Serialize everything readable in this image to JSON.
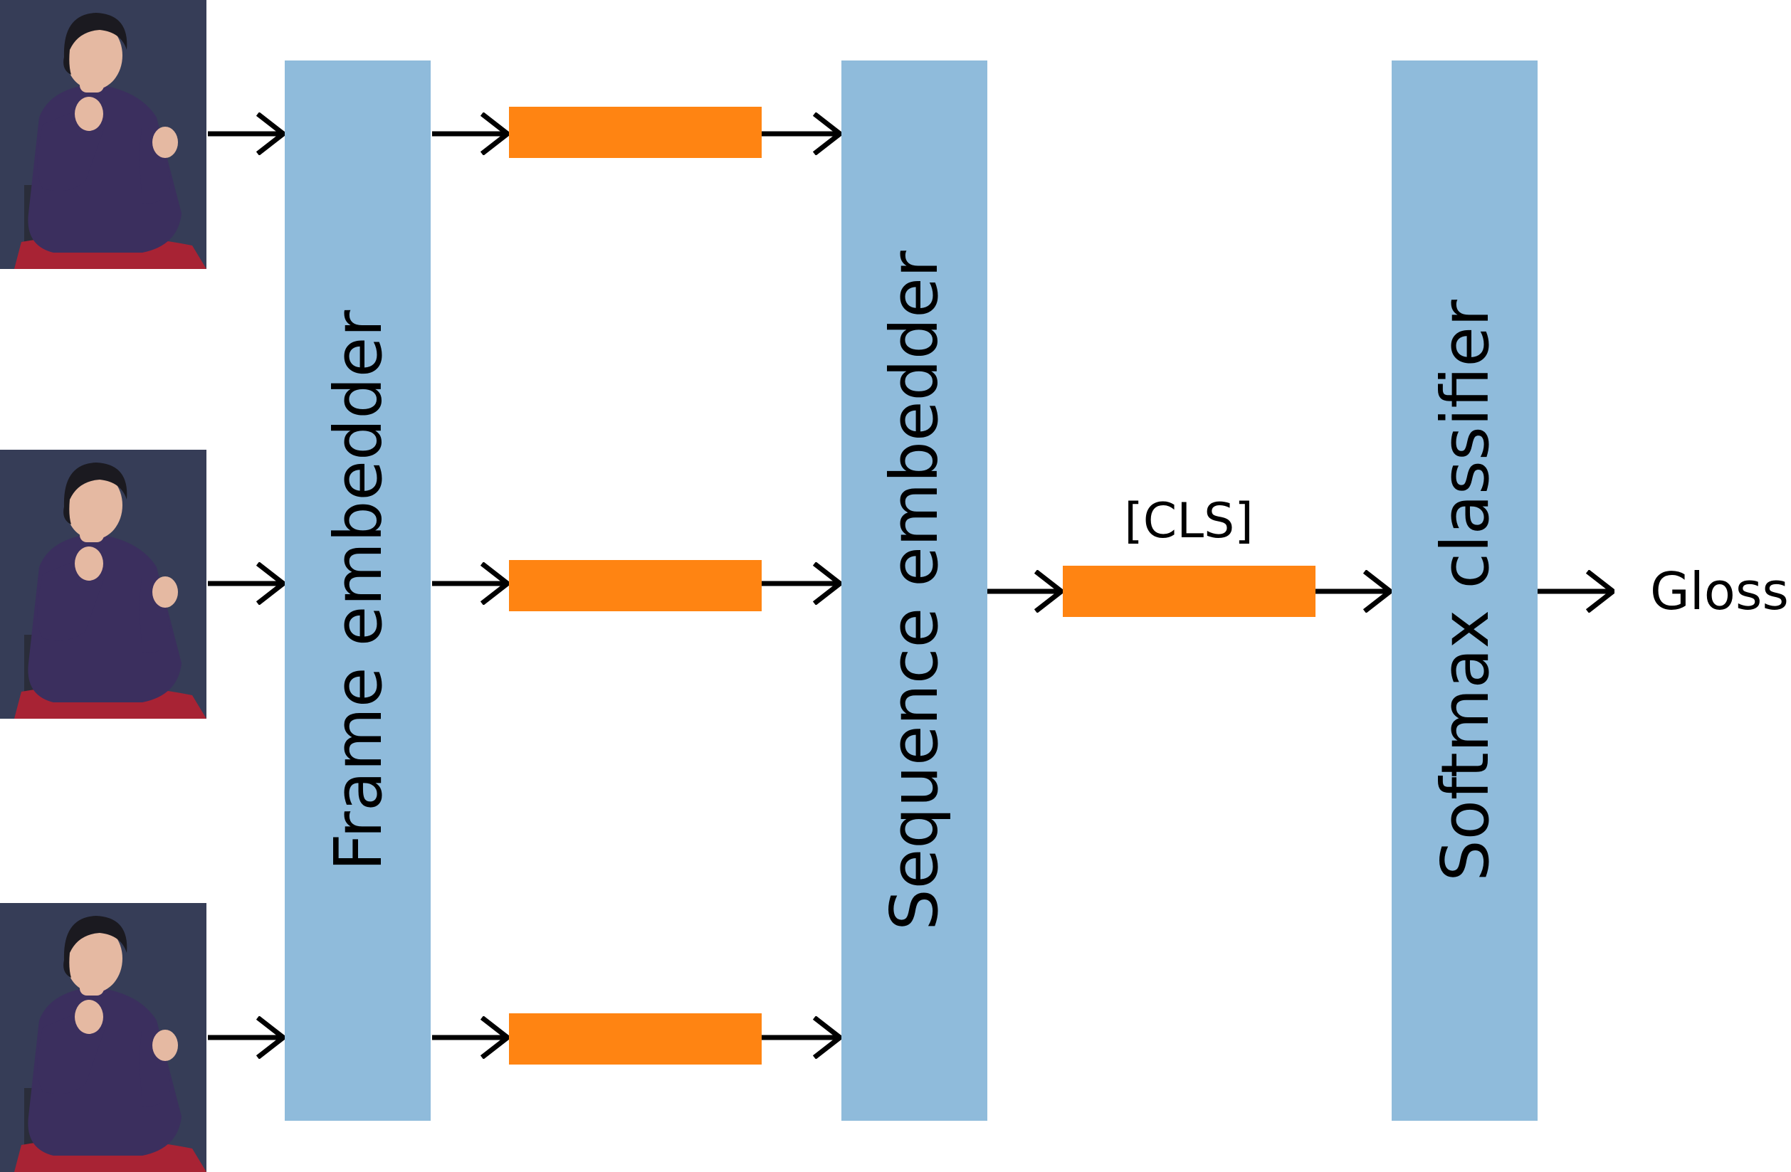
{
  "blocks": {
    "frame_embedder": "Frame embedder",
    "sequence_embedder": "Sequence embedder",
    "softmax_classifier": "Softmax classifier"
  },
  "cls_label": "[CLS]",
  "output_label": "Gloss",
  "frames": [
    {
      "icon": "signer-frame-1"
    },
    {
      "icon": "signer-frame-2"
    },
    {
      "icon": "signer-frame-3"
    }
  ],
  "colors": {
    "block": "#8fbbdb",
    "embedding": "#ff8412",
    "arrow": "#000000",
    "frame_bg": "#333a52",
    "frame_wall_light": "#3d4561",
    "sweater": "#3b2f5e",
    "skin": "#e5b9a2",
    "hair": "#1b1a20",
    "pants": "#a82334"
  }
}
